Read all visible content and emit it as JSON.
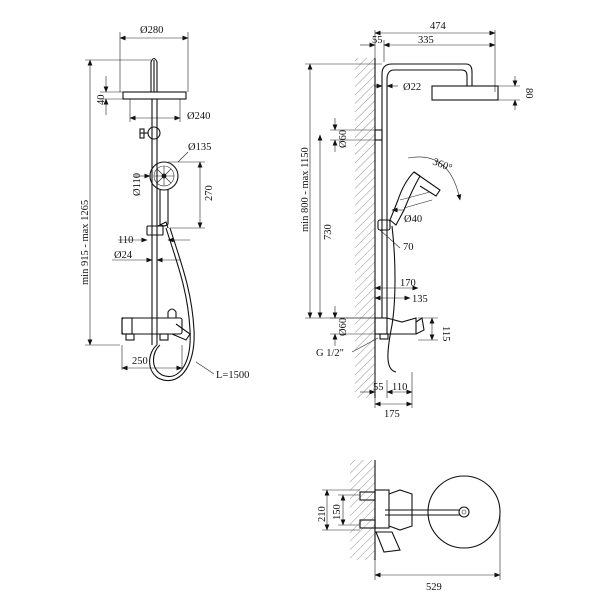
{
  "front_view": {
    "d280": "Ø280",
    "h40": "40",
    "d240": "Ø240",
    "d135": "Ø135",
    "d110": "Ø110",
    "h270": "270",
    "w110": "110",
    "d24": "Ø24",
    "h_range": "min 915 - max 1265",
    "w250": "250",
    "hose_len": "L=1500"
  },
  "side_view": {
    "w474": "474",
    "w55_top": "55",
    "w335": "335",
    "d22": "Ø22",
    "h80": "80",
    "d60_top": "Ø60",
    "rot360": "360°",
    "h_range": "min 800 - max 1150",
    "h730": "730",
    "d40": "Ø40",
    "a70": "70",
    "w170": "170",
    "w135": "135",
    "d60_bottom": "Ø60",
    "h115": "115",
    "thread": "G 1/2\"",
    "w55_bottom": "55",
    "w110": "110",
    "w175": "175"
  },
  "top_view": {
    "h210": "210",
    "h150": "150",
    "w529": "529"
  }
}
